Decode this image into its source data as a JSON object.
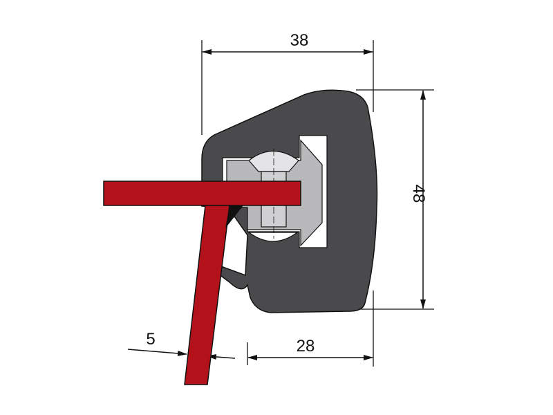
{
  "dimensions": {
    "width_top": "38",
    "height_right": "48",
    "width_bottom": "28",
    "thickness_left": "5"
  },
  "colors": {
    "profile": "#4a4a4c",
    "panel": "#b3121b",
    "insert": "#b9b9bb",
    "line": "#111111"
  }
}
